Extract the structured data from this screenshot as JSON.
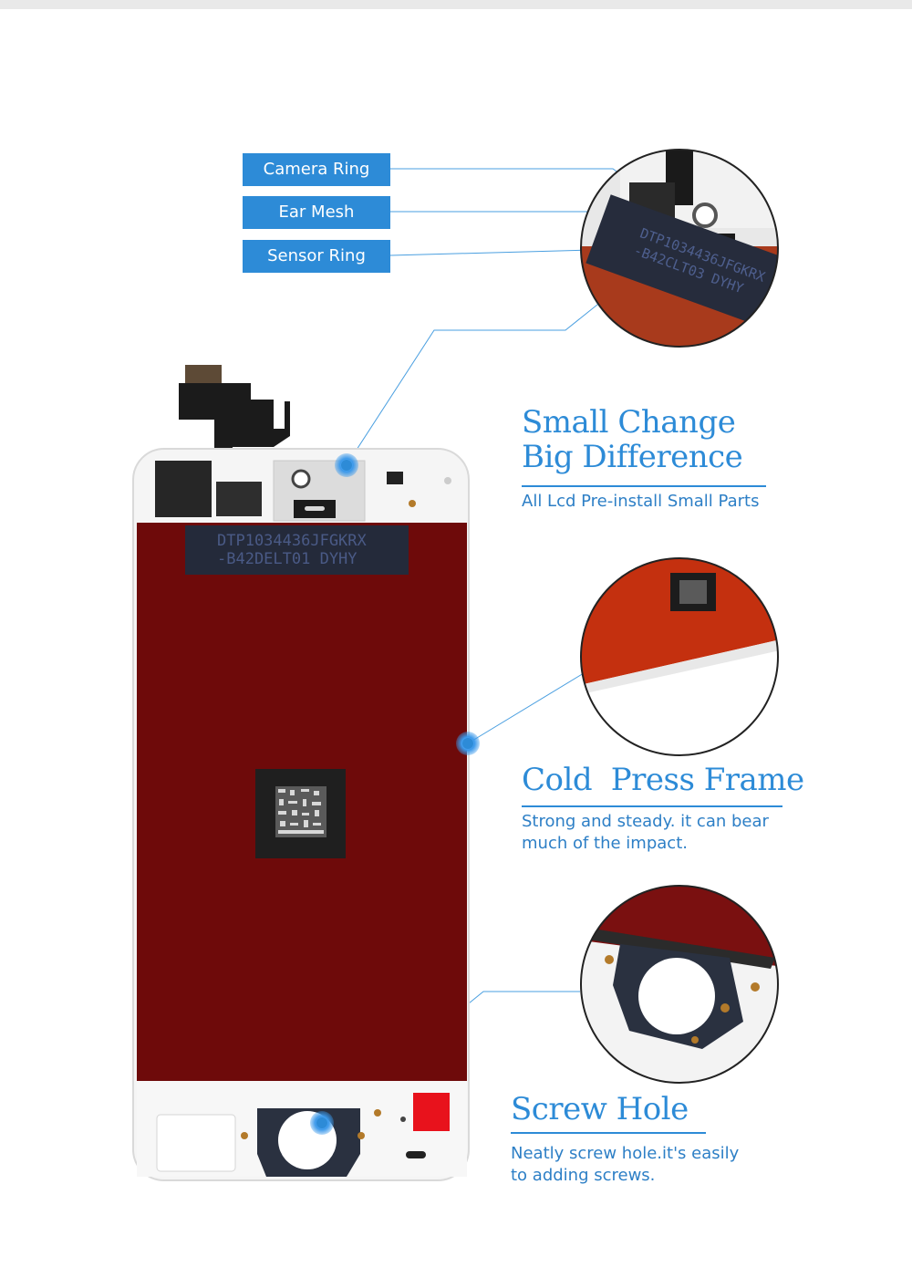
{
  "callouts": {
    "camera_ring": "Camera Ring",
    "ear_mesh": "Ear Mesh",
    "sensor_ring": "Sensor Ring"
  },
  "features": [
    {
      "title_line1": "Small Change",
      "title_line2": "Big Difference",
      "caption": "All Lcd Pre-install Small Parts"
    },
    {
      "title": "Cold  Press Frame",
      "caption_line1": "Strong and steady. it can bear",
      "caption_line2": "much of the impact."
    },
    {
      "title": "Screw Hole",
      "caption_line1": "Neatly screw hole.it's easily",
      "caption_line2": "to adding screws."
    }
  ],
  "lcd_label": {
    "line1": "DTP1034436JFGKRX",
    "line2": "-B42DELT01  DYHY"
  },
  "zoom_label": {
    "line1": "DTP1034436JFGKRX",
    "line2": "-B42CLT03 DYHY"
  },
  "colors": {
    "accent": "#2d8bd7",
    "screen_red": "#6e0a0a",
    "frame_white": "#f5f5f5"
  }
}
